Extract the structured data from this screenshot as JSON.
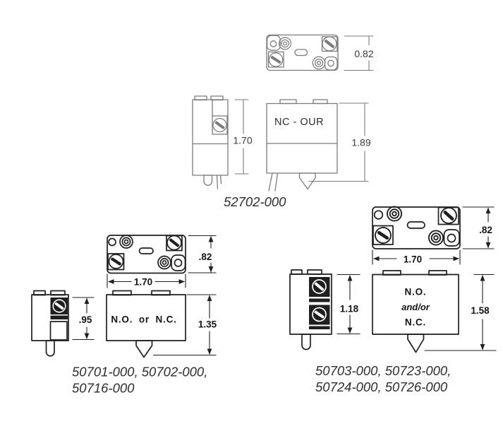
{
  "figure": {
    "background": "#ffffff",
    "styles": {
      "clean_line": "#7b7b7b",
      "sketch_line": "#1f1f1f",
      "text_color": "#2d2d2d"
    },
    "groups": [
      {
        "part_numbers": [
          "52702-000"
        ],
        "front_text": "NC - OUR",
        "dim_top_height": "0.82",
        "dim_side_height": "1.70",
        "dim_front_height": "1.89"
      },
      {
        "part_numbers": [
          "50701-000, 50702-000,",
          "50716-000"
        ],
        "front_text": "N.O. or N.C.",
        "dim_top_height": ".82",
        "dim_top_width": "1.70",
        "dim_side_height": ".95",
        "dim_front_height": "1.35"
      },
      {
        "part_numbers": [
          "50703-000, 50723-000,",
          "50724-000, 50726-000"
        ],
        "front_text_lines": [
          "N.O.",
          "and/or",
          "N.C."
        ],
        "dim_top_height": ".82",
        "dim_top_width": "1.70",
        "dim_side_height": "1.18",
        "dim_front_height": "1.58"
      }
    ]
  }
}
